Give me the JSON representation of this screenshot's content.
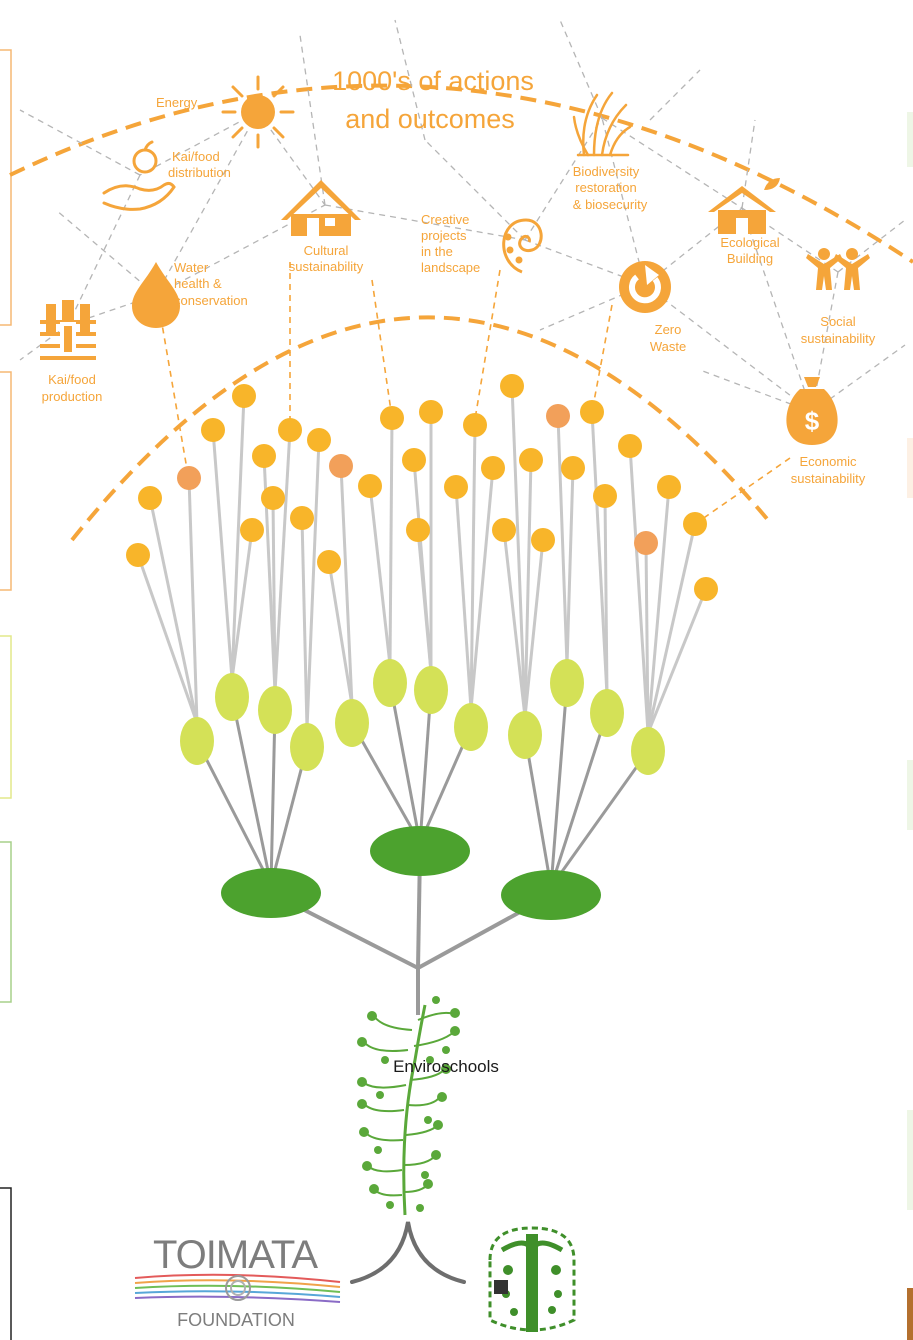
{
  "headline": {
    "line1": "1000's of actions",
    "line2": "and outcomes"
  },
  "outcomes": [
    {
      "id": "energy",
      "lines": [
        "Energy"
      ],
      "icon": "sun-icon"
    },
    {
      "id": "kai-distribution",
      "lines": [
        "Kai/food",
        "distribution"
      ],
      "icon": "hand-apple-icon"
    },
    {
      "id": "cultural",
      "lines": [
        "Cultural",
        "sustainability"
      ],
      "icon": "marae-house-icon"
    },
    {
      "id": "creative",
      "lines": [
        "Creative",
        "projects",
        "in the",
        "landscape"
      ],
      "icon": "koru-icon"
    },
    {
      "id": "biodiversity",
      "lines": [
        "Biodiversity",
        "restoration",
        "& biosecurity"
      ],
      "icon": "plant-icon"
    },
    {
      "id": "ecological-building",
      "lines": [
        "Ecological",
        "Building"
      ],
      "icon": "leaf-house-icon"
    },
    {
      "id": "water",
      "lines": [
        "Water",
        "health &",
        "conservation"
      ],
      "icon": "water-drop-icon"
    },
    {
      "id": "zero-waste",
      "lines": [
        "Zero",
        "Waste"
      ],
      "icon": "recycle-arrow-icon"
    },
    {
      "id": "social",
      "lines": [
        "Social",
        "sustainability"
      ],
      "icon": "people-icon"
    },
    {
      "id": "kai-production",
      "lines": [
        "Kai/food",
        "production"
      ],
      "icon": "crops-icon"
    },
    {
      "id": "economic",
      "lines": [
        "Economic",
        "sustainability"
      ],
      "icon": "money-bag-icon"
    }
  ],
  "trunk_label": "Enviroschools",
  "foundation": {
    "name": "TOIMATA",
    "sub": "FOUNDATION"
  },
  "colors": {
    "orange": "#f5a53a",
    "orange_dark": "#f2a05a",
    "dot": "#f8b52a",
    "lime": "#d4e157",
    "green": "#4ca22e",
    "stem": "#c8c8c8",
    "branch": "#9a9a9a",
    "connector": "#b5b5b5"
  }
}
